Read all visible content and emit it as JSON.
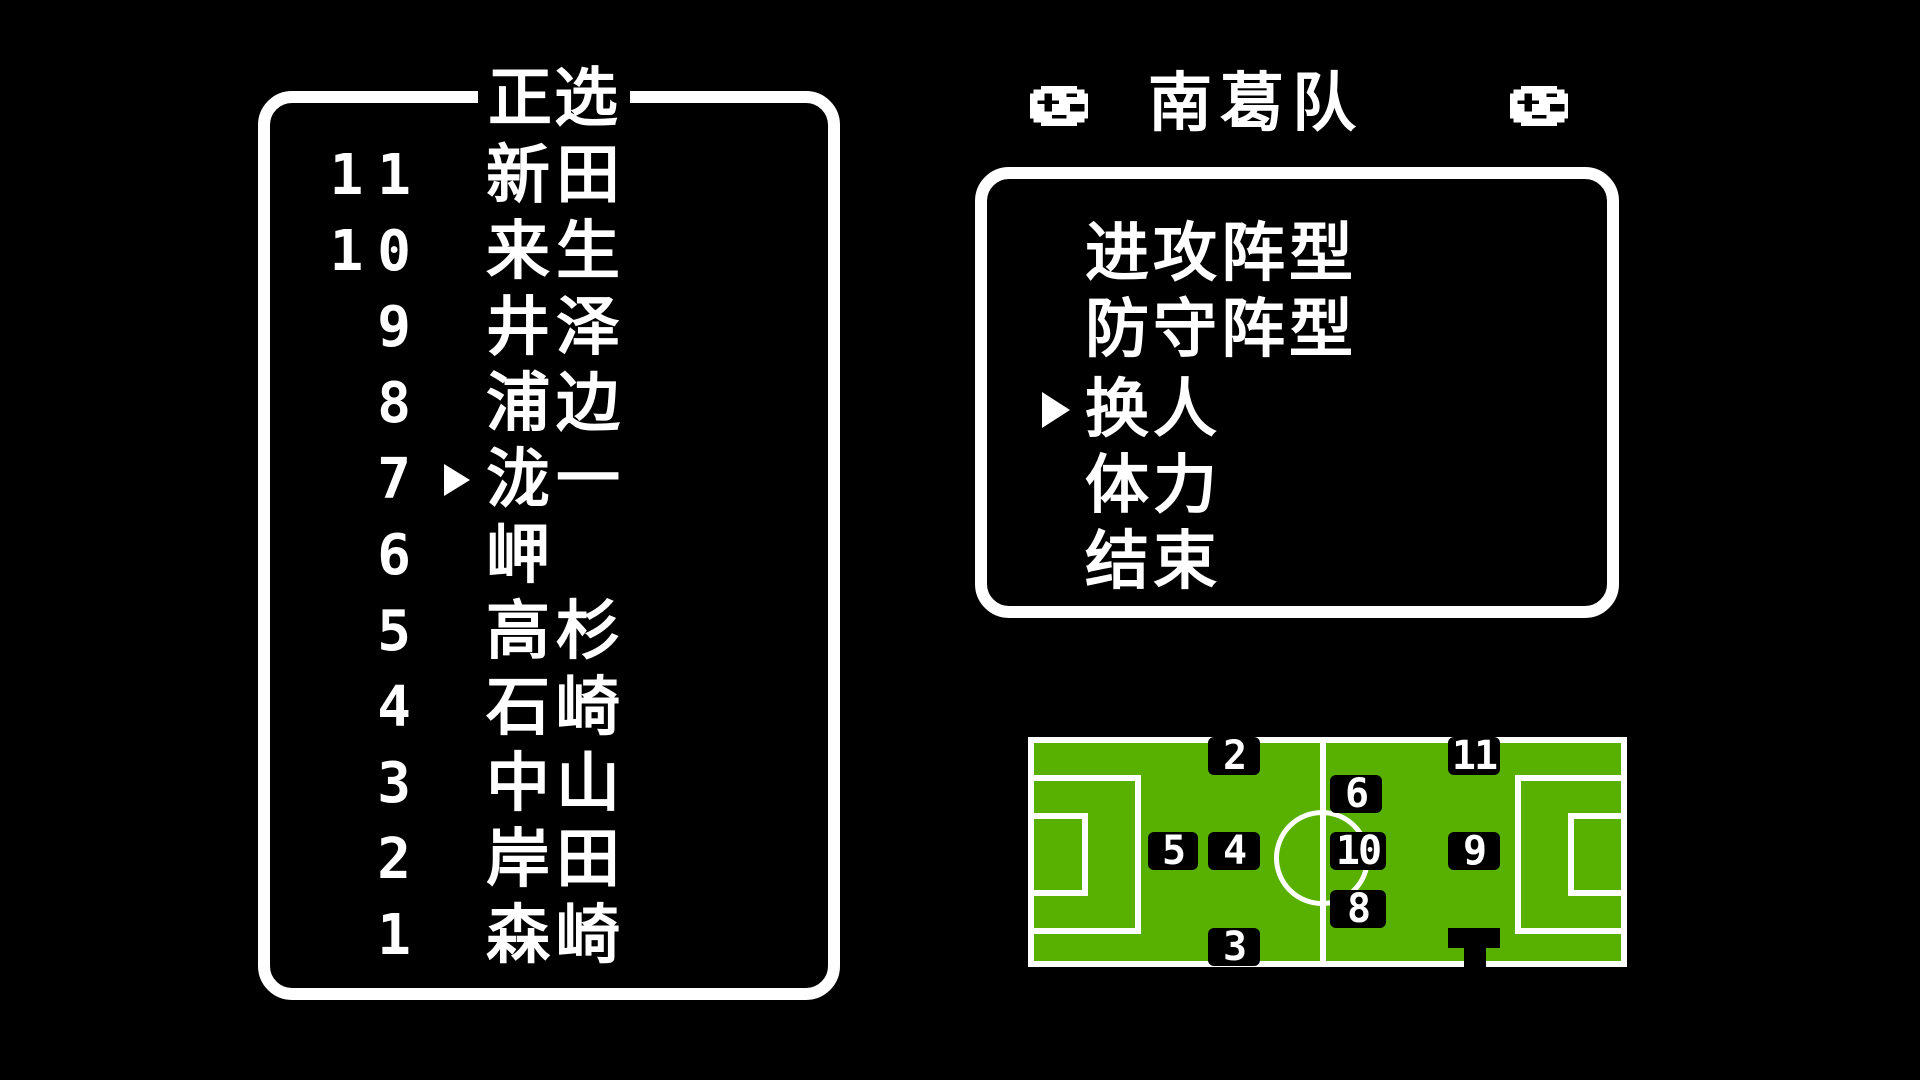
{
  "roster": {
    "title": "正选",
    "players": [
      {
        "number": "11",
        "name": "新田",
        "selected": false
      },
      {
        "number": "10",
        "name": "来生",
        "selected": false
      },
      {
        "number": "9",
        "name": "井泽",
        "selected": false
      },
      {
        "number": "8",
        "name": "浦边",
        "selected": false
      },
      {
        "number": "7",
        "name": "泷一",
        "selected": true
      },
      {
        "number": "6",
        "name": "岬",
        "selected": false
      },
      {
        "number": "5",
        "name": "高杉",
        "selected": false
      },
      {
        "number": "4",
        "name": "石崎",
        "selected": false
      },
      {
        "number": "3",
        "name": "中山",
        "selected": false
      },
      {
        "number": "2",
        "name": "岸田",
        "selected": false
      },
      {
        "number": "1",
        "name": "森崎",
        "selected": false
      }
    ],
    "cursor_icon": "triangle-right-icon"
  },
  "team": {
    "name": "南葛队",
    "left_icon": "soccer-ball-icon",
    "right_icon": "soccer-ball-icon"
  },
  "menu": {
    "items": [
      {
        "label": "进攻阵型"
      },
      {
        "label": "防守阵型"
      },
      {
        "label": "换人"
      },
      {
        "label": "体力"
      },
      {
        "label": "结束"
      }
    ],
    "selected_index": 2,
    "cursor_icon": "triangle-right-icon"
  },
  "field": {
    "colors": {
      "grass": "#58b000",
      "lines": "#ffffff",
      "marker": "#000000"
    },
    "markers": [
      {
        "number": "2"
      },
      {
        "number": "11"
      },
      {
        "number": "6"
      },
      {
        "number": "5"
      },
      {
        "number": "4"
      },
      {
        "number": "10"
      },
      {
        "number": "9"
      },
      {
        "number": "8"
      },
      {
        "number": "3"
      },
      {
        "number": ""
      }
    ]
  }
}
